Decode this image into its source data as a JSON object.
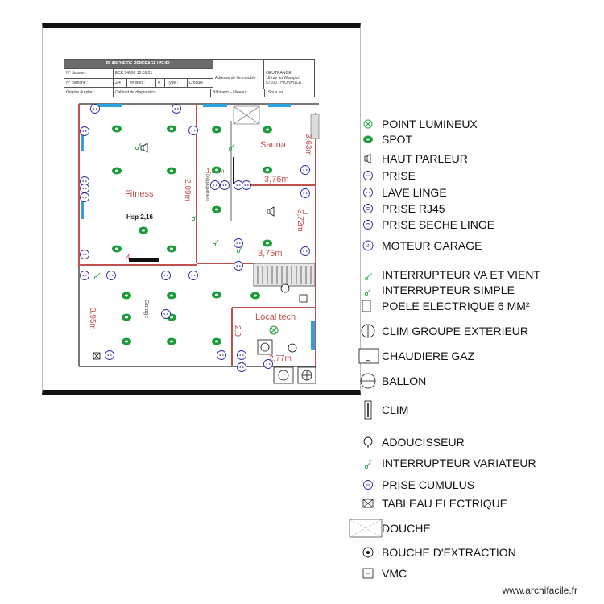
{
  "title_block": {
    "heading": "PLANCHE DE REPERAGE USUEL",
    "dossier_label": "N° dossier :",
    "dossier_value": "ECK 54590 13.09.21",
    "planche_label": "N° planche :",
    "planche_value": "2/4",
    "version_label": "Version :",
    "version_value": "0",
    "type_label": "Type :",
    "type_value": "Croquis",
    "origine_label": "Origine du plan :",
    "origine_value": "Cabinet de diagnostics",
    "adresse_label": "Adresse de l'immeuble :",
    "adresse_line1": "OEUTRANGE",
    "adresse_line2": "18 rue du Wampich",
    "adresse_line3": "57100 THIONVILLE",
    "batiment_label": "Bâtiment – Niveau :",
    "batiment_value": "Sous sol"
  },
  "plan": {
    "rooms": {
      "fitness": "Fitness",
      "hsp": "Hsp 2,16",
      "sauna": "Sauna",
      "degagement": "Dégagement",
      "garage": "Garage",
      "local_tech": "Local tech"
    },
    "dimensions": {
      "d_363": "3,63m",
      "d_376": "3,76m",
      "d_180": "1,80m",
      "d_372": "3,72m",
      "d_375": "3,75m",
      "d_209": "2,09m",
      "d_395": "3,95m",
      "d_20": "2,0",
      "d_277": "2,77m",
      "d_4": "4"
    },
    "colors": {
      "wall": "#c0504d",
      "window": "#2aa3e0",
      "spot": "#1a9c3a",
      "socket": "#2b2ba0",
      "text_red": "#c0504d"
    }
  },
  "legend": [
    {
      "icon": "point-lumineux-icon",
      "label": "POINT LUMINEUX"
    },
    {
      "icon": "spot-icon",
      "label": "SPOT"
    },
    {
      "icon": "haut-parleur-icon",
      "label": "HAUT PARLEUR"
    },
    {
      "icon": "prise-icon",
      "label": "PRISE"
    },
    {
      "icon": "lave-linge-icon",
      "label": "LAVE LINGE"
    },
    {
      "icon": "prise-rj45-icon",
      "label": "PRISE RJ45"
    },
    {
      "icon": "prise-seche-linge-icon",
      "label": "PRISE SECHE LINGE"
    },
    {
      "icon": "moteur-garage-icon",
      "label": "MOTEUR GARAGE"
    },
    {
      "icon": "interrupteur-va-et-vient-icon",
      "label": "INTERRUPTEUR VA ET VIENT"
    },
    {
      "icon": "interrupteur-simple-icon",
      "label": "INTERRUPTEUR SIMPLE"
    },
    {
      "icon": "poele-electrique-icon",
      "label": "POELE ELECTRIQUE 6 MM²"
    },
    {
      "icon": "clim-groupe-exterieur-icon",
      "label": "CLIM GROUPE EXTERIEUR"
    },
    {
      "icon": "chaudiere-gaz-icon",
      "label": "CHAUDIERE GAZ"
    },
    {
      "icon": "ballon-icon",
      "label": "BALLON"
    },
    {
      "icon": "clim-icon",
      "label": "CLIM"
    },
    {
      "icon": "adoucisseur-icon",
      "label": "ADOUCISSEUR"
    },
    {
      "icon": "interrupteur-variateur-icon",
      "label": "INTERRUPTEUR VARIATEUR"
    },
    {
      "icon": "prise-cumulus-icon",
      "label": "PRISE CUMULUS"
    },
    {
      "icon": "tableau-electrique-icon",
      "label": "TABLEAU ELECTRIQUE"
    },
    {
      "icon": "douche-icon",
      "label": "DOUCHE"
    },
    {
      "icon": "bouche-extraction-icon",
      "label": "BOUCHE D'EXTRACTION"
    },
    {
      "icon": "vmc-icon",
      "label": "VMC"
    }
  ],
  "watermark": "www.archifacile.fr"
}
